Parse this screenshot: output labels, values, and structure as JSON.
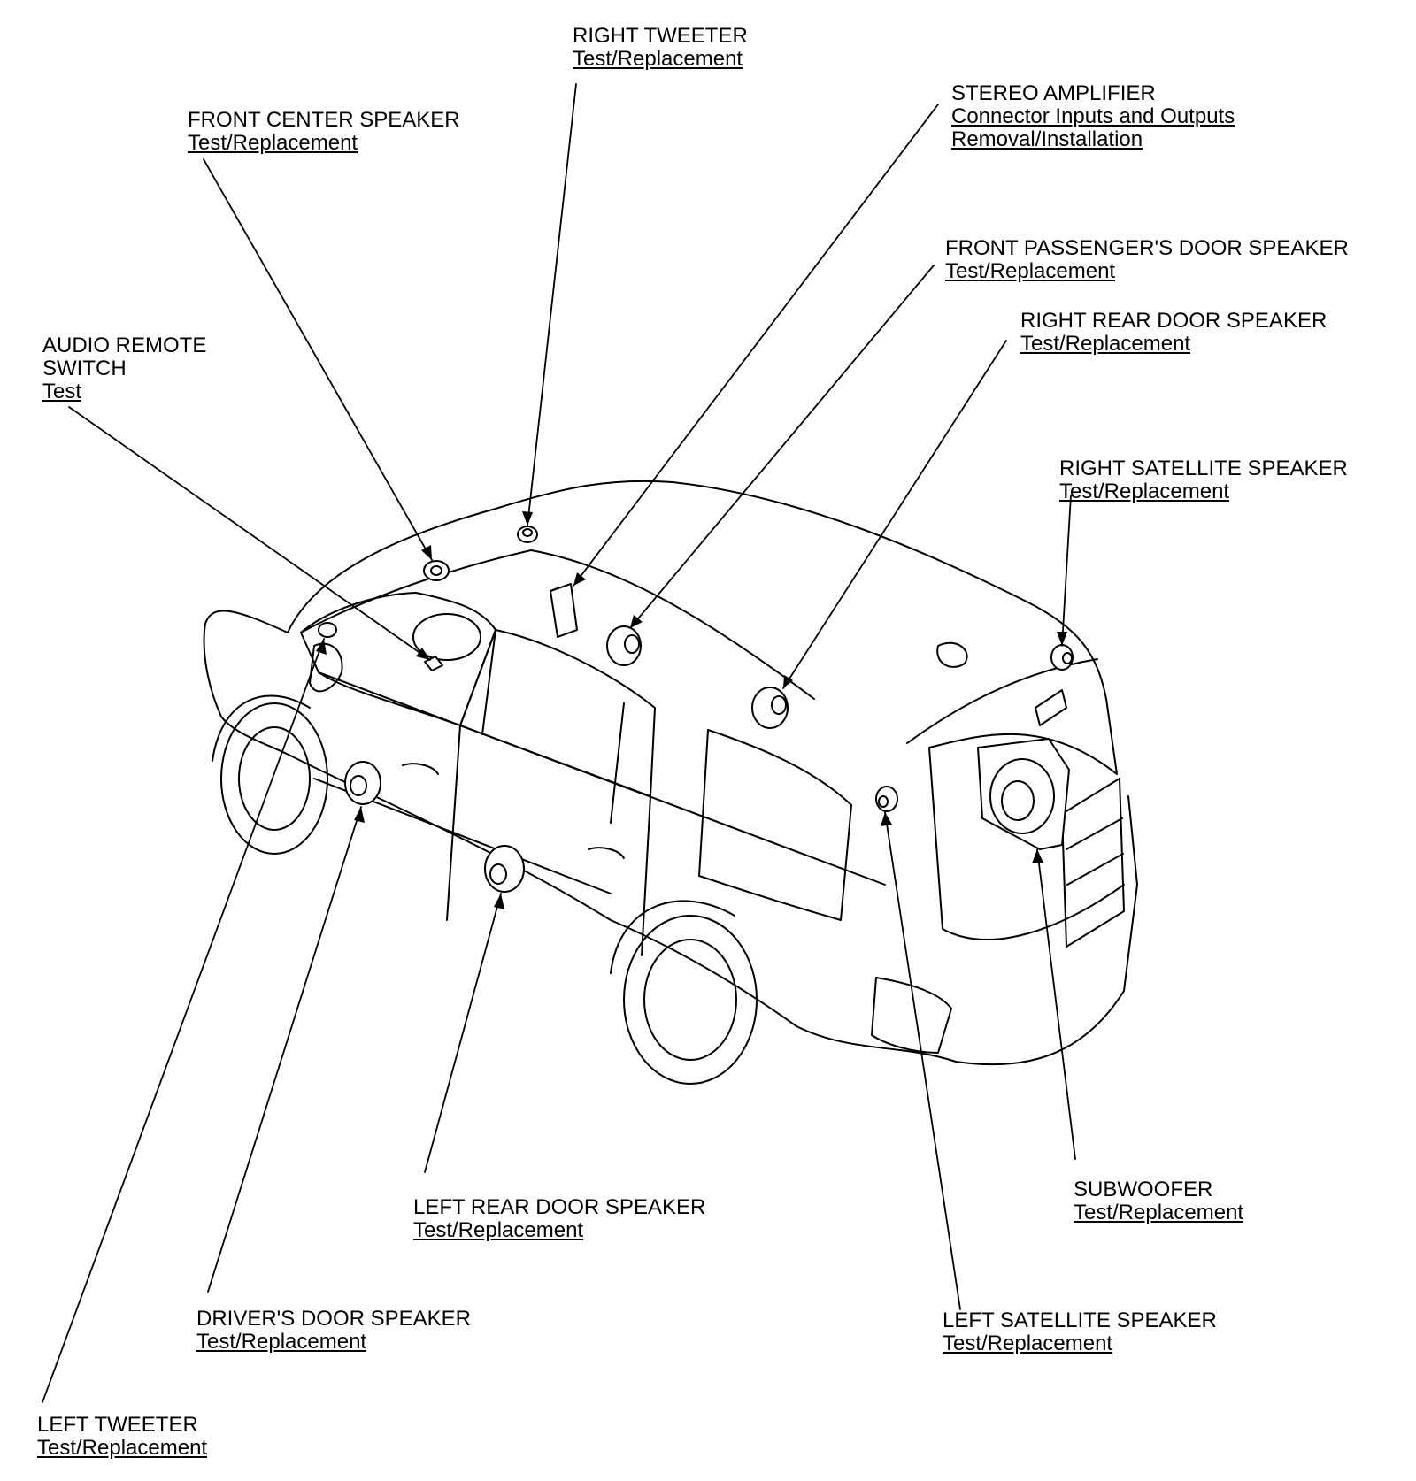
{
  "callouts": {
    "right_tweeter": {
      "title": "RIGHT TWEETER",
      "links": [
        "Test/Replacement"
      ]
    },
    "front_center_speaker": {
      "title": "FRONT CENTER SPEAKER",
      "links": [
        "Test/Replacement"
      ]
    },
    "stereo_amplifier": {
      "title": "STEREO AMPLIFIER",
      "links": [
        "Connector Inputs and Outputs",
        "Removal/Installation"
      ]
    },
    "front_passenger_door_speaker": {
      "title": "FRONT PASSENGER'S DOOR SPEAKER",
      "links": [
        "Test/Replacement"
      ]
    },
    "right_rear_door_speaker": {
      "title": "RIGHT REAR DOOR SPEAKER",
      "links": [
        "Test/Replacement"
      ]
    },
    "audio_remote_switch": {
      "title_lines": [
        "AUDIO REMOTE",
        "SWITCH"
      ],
      "links": [
        "Test"
      ]
    },
    "right_satellite_speaker": {
      "title": "RIGHT SATELLITE SPEAKER",
      "links": [
        "Test/Replacement"
      ]
    },
    "subwoofer": {
      "title": "SUBWOOFER",
      "links": [
        "Test/Replacement"
      ]
    },
    "left_rear_door_speaker": {
      "title": "LEFT REAR DOOR SPEAKER",
      "links": [
        "Test/Replacement"
      ]
    },
    "drivers_door_speaker": {
      "title": "DRIVER'S DOOR SPEAKER",
      "links": [
        "Test/Replacement"
      ]
    },
    "left_satellite_speaker": {
      "title": "LEFT SATELLITE SPEAKER",
      "links": [
        "Test/Replacement"
      ]
    },
    "left_tweeter": {
      "title": "LEFT TWEETER",
      "links": [
        "Test/Replacement"
      ]
    }
  }
}
